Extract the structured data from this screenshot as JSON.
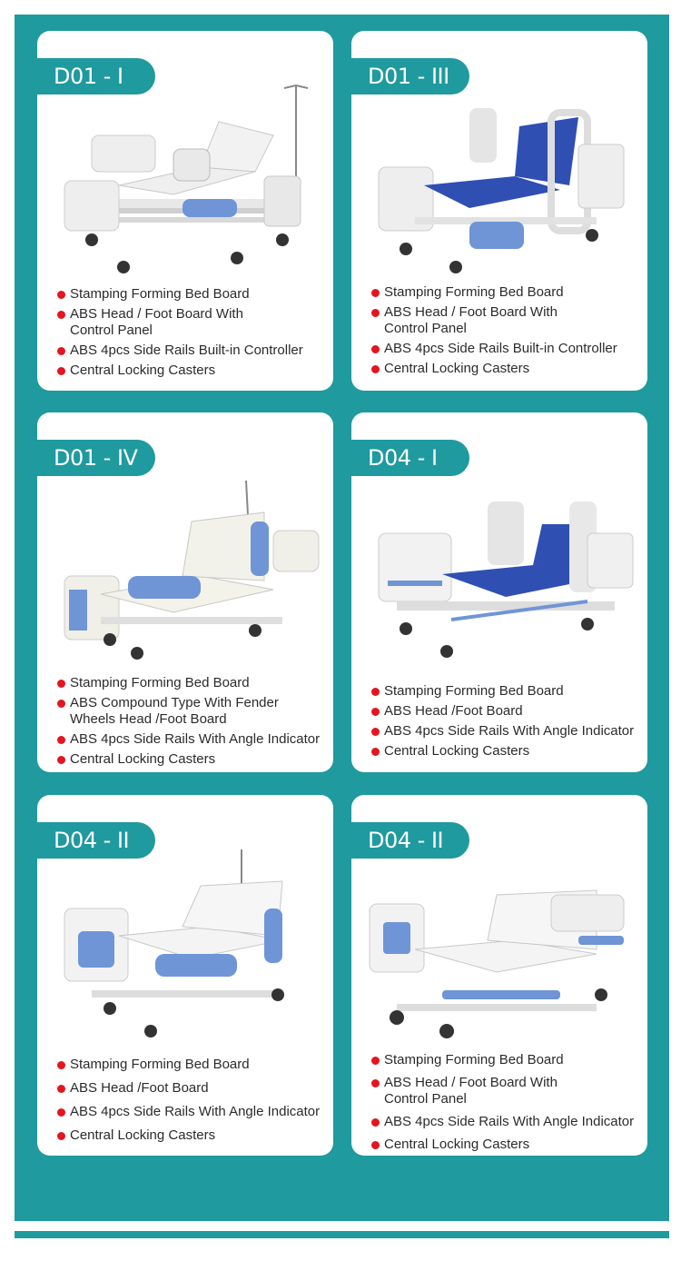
{
  "colors": {
    "teal": "#1f9a9e",
    "bullet": "#e3151f",
    "mattress": "#2f4fb3",
    "accent": "#6f95d6",
    "frame": "#eeeeee"
  },
  "cards": [
    {
      "model": "D01 -  I",
      "features": [
        "Stamping Forming Bed Board",
        "ABS Head / Foot Board With\nControl Panel",
        "ABS 4pcs Side Rails Built-in Controller",
        "Central Locking Casters"
      ]
    },
    {
      "model": "D01 - III",
      "features": [
        "Stamping Forming Bed Board",
        "ABS Head / Foot Board With\nControl Panel",
        "ABS 4pcs Side Rails Built-in Controller",
        "Central Locking Casters"
      ]
    },
    {
      "model": "D01 - IV",
      "features": [
        "Stamping Forming Bed Board",
        "ABS Compound Type With Fender\nWheels Head /Foot Board",
        "ABS 4pcs Side Rails With Angle Indicator",
        "Central Locking Casters"
      ]
    },
    {
      "model": "D04 - I",
      "features": [
        "Stamping Forming Bed Board",
        "ABS Head /Foot Board",
        "ABS 4pcs Side Rails With Angle Indicator",
        "Central Locking Casters"
      ]
    },
    {
      "model": "D04 - II",
      "features": [
        "Stamping Forming Bed Board",
        "ABS Head /Foot Board",
        "ABS 4pcs Side Rails With Angle Indicator",
        "Central Locking Casters"
      ]
    },
    {
      "model": "D04 - II",
      "features": [
        "Stamping Forming Bed Board",
        "ABS Head / Foot Board With\nControl Panel",
        "ABS 4pcs Side Rails With Angle Indicator",
        "Central Locking Casters"
      ]
    }
  ]
}
